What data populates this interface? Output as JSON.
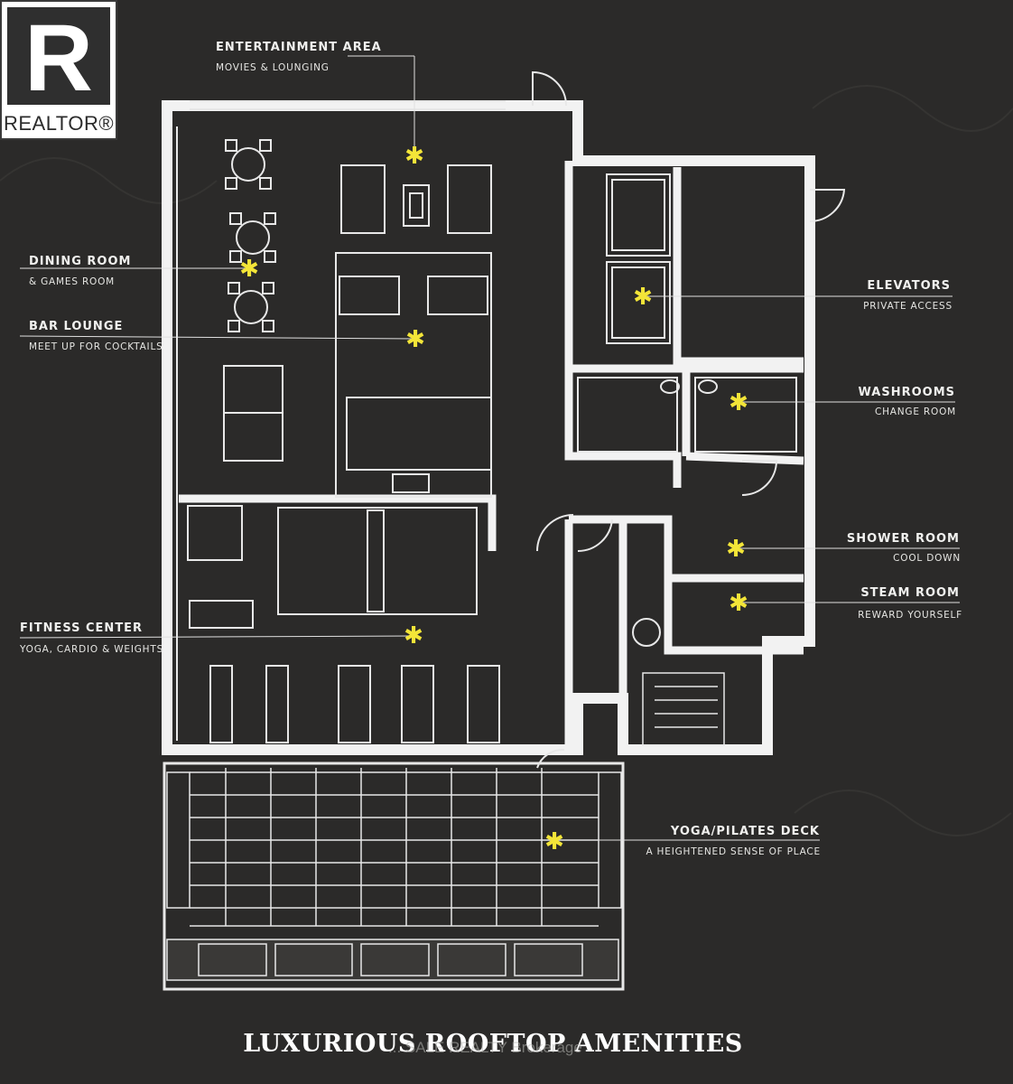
{
  "watermark_logo": {
    "text": "REALTOR®"
  },
  "heading": "LUXURIOUS ROOFTOP AMENITIES",
  "watermark": "... SALE REALTY Brokerage",
  "colors": {
    "background": "#2b2a29",
    "walls": "#f2f2f2",
    "lines": "#dcdcdc",
    "star": "#f3e538"
  },
  "labels": {
    "entertainment": {
      "title": "ENTERTAINMENT AREA",
      "subtitle": "MOVIES & LOUNGING"
    },
    "dining": {
      "title": "DINING ROOM",
      "subtitle": "& GAMES ROOM"
    },
    "bar": {
      "title": "BAR LOUNGE",
      "subtitle": "MEET UP FOR COCKTAILS"
    },
    "fitness": {
      "title": "FITNESS CENTER",
      "subtitle": "YOGA, CARDIO & WEIGHTS"
    },
    "elevators": {
      "title": "ELEVATORS",
      "subtitle": "PRIVATE ACCESS"
    },
    "washrooms": {
      "title": "WASHROOMS",
      "subtitle": "CHANGE ROOM"
    },
    "shower": {
      "title": "SHOWER ROOM",
      "subtitle": "COOL DOWN"
    },
    "steam": {
      "title": "STEAM ROOM",
      "subtitle": "REWARD YOURSELF"
    },
    "deck": {
      "title": "YOGA/PILATES DECK",
      "subtitle": "A HEIGHTENED SENSE OF PLACE"
    }
  }
}
